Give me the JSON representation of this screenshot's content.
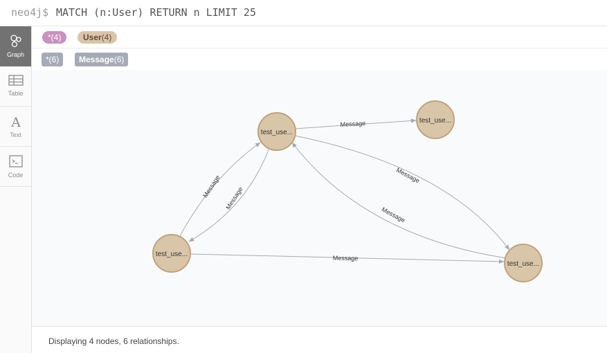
{
  "command": {
    "prompt": "neo4j$",
    "query": "MATCH (n:User) RETURN n LIMIT 25"
  },
  "sidebar": {
    "items": [
      {
        "label": "Graph",
        "icon": "graph-icon",
        "active": true
      },
      {
        "label": "Table",
        "icon": "table-icon",
        "active": false
      },
      {
        "label": "Text",
        "icon": "text-icon",
        "active": false
      },
      {
        "label": "Code",
        "icon": "code-icon",
        "active": false
      }
    ]
  },
  "labels_bar": {
    "all": {
      "name": "*",
      "count": "(4)",
      "color": "#c990c0"
    },
    "user": {
      "name": "User",
      "count": "(4)",
      "color": "#dbc4a8"
    }
  },
  "rels_bar": {
    "all": {
      "name": "*",
      "count": "(6)"
    },
    "message": {
      "name": "Message",
      "count": "(6)"
    }
  },
  "graph": {
    "node_fill": "#d9c6a8",
    "node_stroke": "#bfa27c",
    "edge_color": "#a5abb6",
    "nodes": [
      {
        "label": "test_use..."
      },
      {
        "label": "test_use..."
      },
      {
        "label": "test_use..."
      },
      {
        "label": "test_use..."
      }
    ],
    "edges": [
      {
        "label": "Message"
      },
      {
        "label": "Message"
      },
      {
        "label": "Message"
      },
      {
        "label": "Message"
      },
      {
        "label": "Message"
      },
      {
        "label": "Message"
      }
    ]
  },
  "status": {
    "text": "Displaying 4 nodes, 6 relationships."
  }
}
